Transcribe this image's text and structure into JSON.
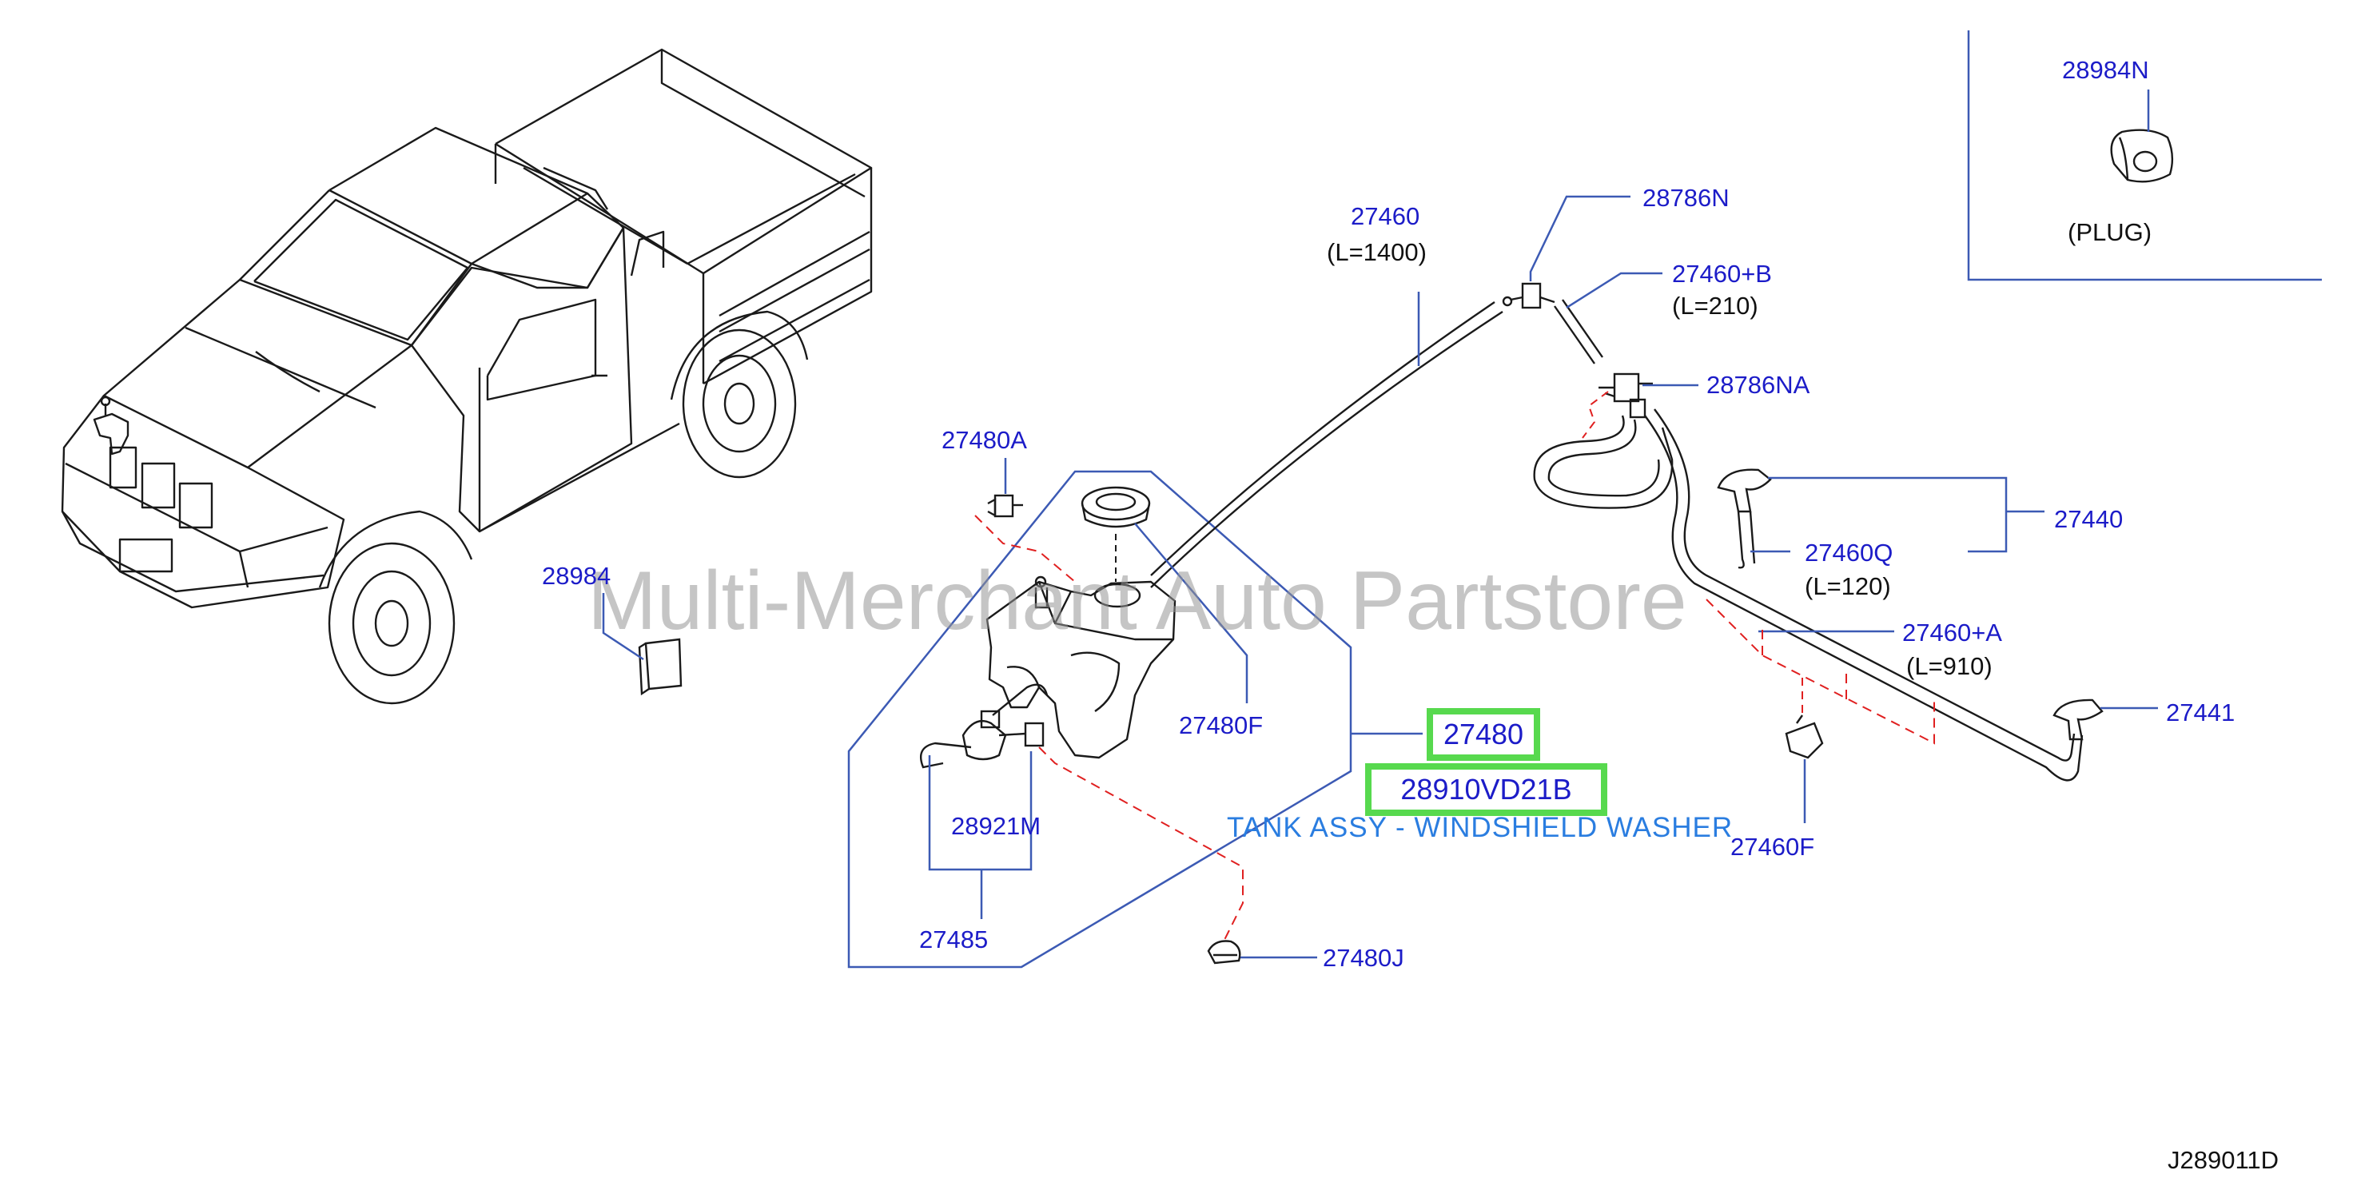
{
  "labels": {
    "p28984N": "28984N",
    "plug": "(PLUG)",
    "p27460": "27460",
    "p27460_len": "(L=1400)",
    "p28786N": "28786N",
    "p27460B": "27460+B",
    "p27460B_len": "(L=210)",
    "p28786NA": "28786NA",
    "p27480A": "27480A",
    "p27440": "27440",
    "p27460Q": "27460Q",
    "p27460Q_len": "(L=120)",
    "p28984": "28984",
    "p27460A": "27460+A",
    "p27460A_len": "(L=910)",
    "p27480F": "27480F",
    "p27441": "27441",
    "p27480": "27480",
    "part_number": "28910VD21B",
    "description": "TANK ASSY - WINDSHIELD WASHER",
    "p28921M": "28921M",
    "p27460F": "27460F",
    "p27485": "27485",
    "p27480J": "27480J",
    "diagram_code": "J289011D"
  },
  "watermark": "Multi-Merchant Auto Partstore",
  "colors": {
    "label_text": "#1c1cc8",
    "leader_line": "#3c5ab4",
    "drawing_line": "#1a1a1a",
    "dashed_guide": "#e02020",
    "highlight_box": "#57d94e",
    "description_text": "#2a7de0"
  }
}
